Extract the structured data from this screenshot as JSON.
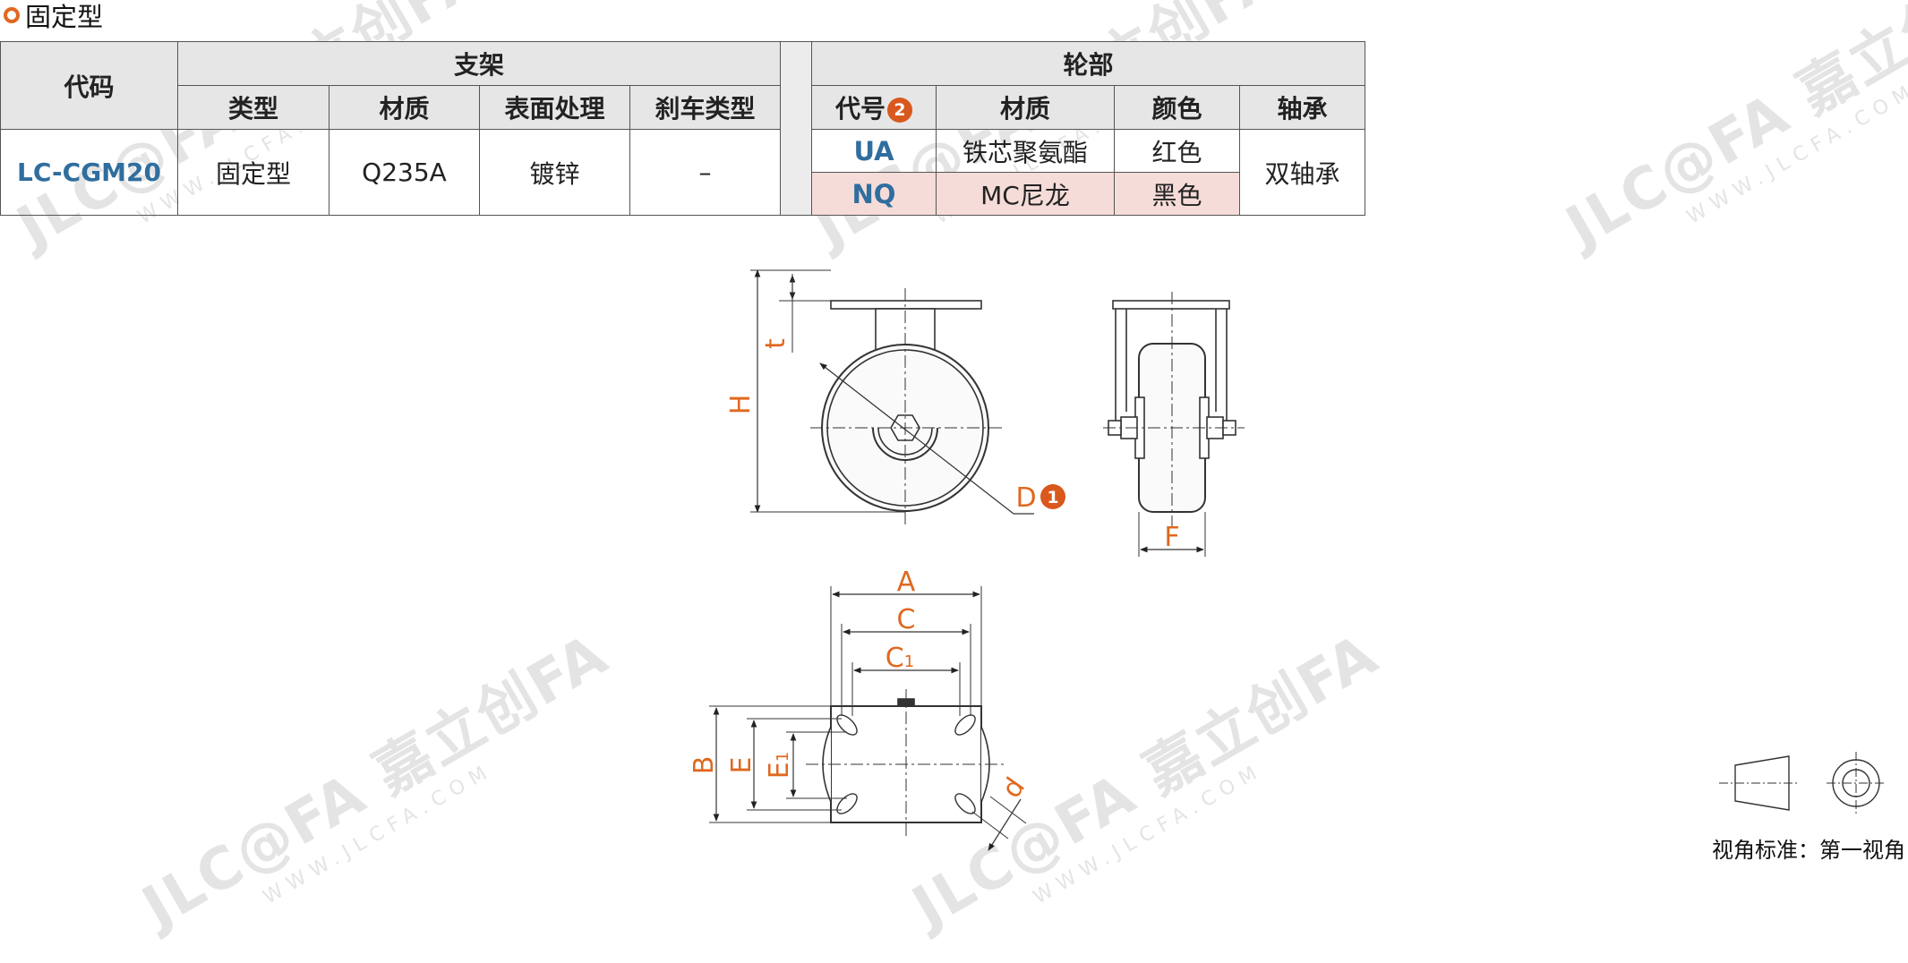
{
  "section_title": "固定型",
  "table": {
    "col_code": "代码",
    "group_bracket": "支架",
    "group_wheel": "轮部",
    "bracket_headers": [
      "类型",
      "材质",
      "表面处理",
      "刹车类型"
    ],
    "wheel_headers": {
      "code": "代号",
      "code_badge": "2",
      "material": "材质",
      "color": "颜色",
      "bearing": "轴承"
    },
    "row": {
      "code": "LC-CGM20",
      "type": "固定型",
      "material": "Q235A",
      "surface": "镀锌",
      "brake": "–",
      "bearing": "双轴承"
    },
    "wheels": [
      {
        "code": "UA",
        "material": "铁芯聚氨酯",
        "color": "红色"
      },
      {
        "code": "NQ",
        "material": "MC尼龙",
        "color": "黑色"
      }
    ]
  },
  "drawing": {
    "labels": {
      "H": "H",
      "t": "t",
      "D": "D",
      "D_badge": "1",
      "F": "F",
      "A": "A",
      "C": "C",
      "C1": "C",
      "C1_sub": "1",
      "B": "B",
      "E": "E",
      "E1": "E",
      "E1_sub": "1",
      "d": "d"
    },
    "caption": "视角标准：第一视角"
  },
  "watermark": {
    "brand": "JLC@FA 嘉立创FA",
    "url": "WWW.JLCFA.COM"
  },
  "colors": {
    "accent": "#e0681f",
    "code_blue": "#2f6e9e",
    "header_bg": "#e6e6e6",
    "highlight_row": "#f5dcd9",
    "badge": "#d9581d"
  }
}
